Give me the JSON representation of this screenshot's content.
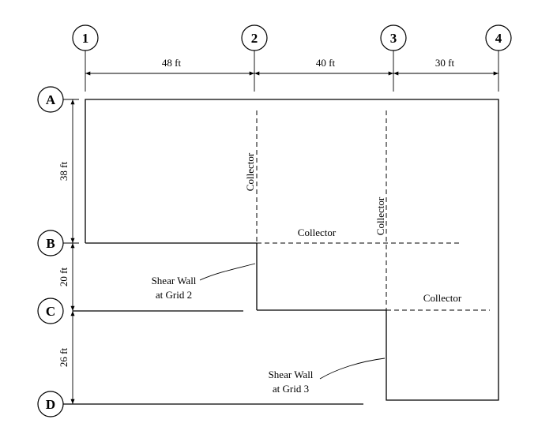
{
  "grid_columns": [
    "1",
    "2",
    "3",
    "4"
  ],
  "grid_rows": [
    "A",
    "B",
    "C",
    "D"
  ],
  "dimensions_horizontal": [
    "48 ft",
    "40 ft",
    "30 ft"
  ],
  "dimensions_vertical": [
    "38 ft",
    "20 ft",
    "26 ft"
  ],
  "collectors": {
    "vertical_grid2": "Collector",
    "vertical_grid3": "Collector",
    "horizontal_gridB": "Collector",
    "horizontal_gridC": "Collector"
  },
  "shear_walls": {
    "grid2": {
      "line1": "Shear Wall",
      "line2": "at Grid 2"
    },
    "grid3": {
      "line1": "Shear Wall",
      "line2": "at Grid 3"
    }
  }
}
